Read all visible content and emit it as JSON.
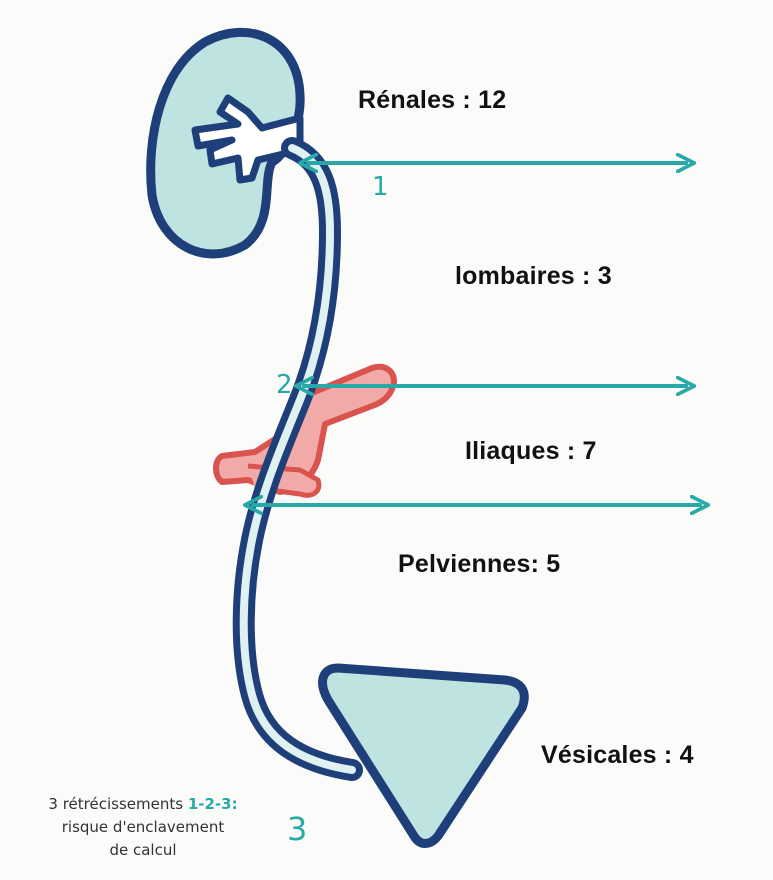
{
  "segments": [
    {
      "label": "Rénales : 12"
    },
    {
      "label": "lombaires : 3"
    },
    {
      "label": "Iliaques : 7"
    },
    {
      "label": "Pelviennes: 5"
    },
    {
      "label": "Vésicales : 4"
    }
  ],
  "narrowings": [
    "1",
    "2",
    "3"
  ],
  "note": {
    "prefix": "3 rétrécissements",
    "highlight": "1-2-3:",
    "line2": "risque d'enclavement",
    "line3": "de calcul"
  },
  "colors": {
    "outline": "#1f3f7a",
    "organ_fill": "#bfe3e1",
    "artery": "#d9534f",
    "artery_fill": "#f2aaa8",
    "arrow": "#29a8a8"
  }
}
